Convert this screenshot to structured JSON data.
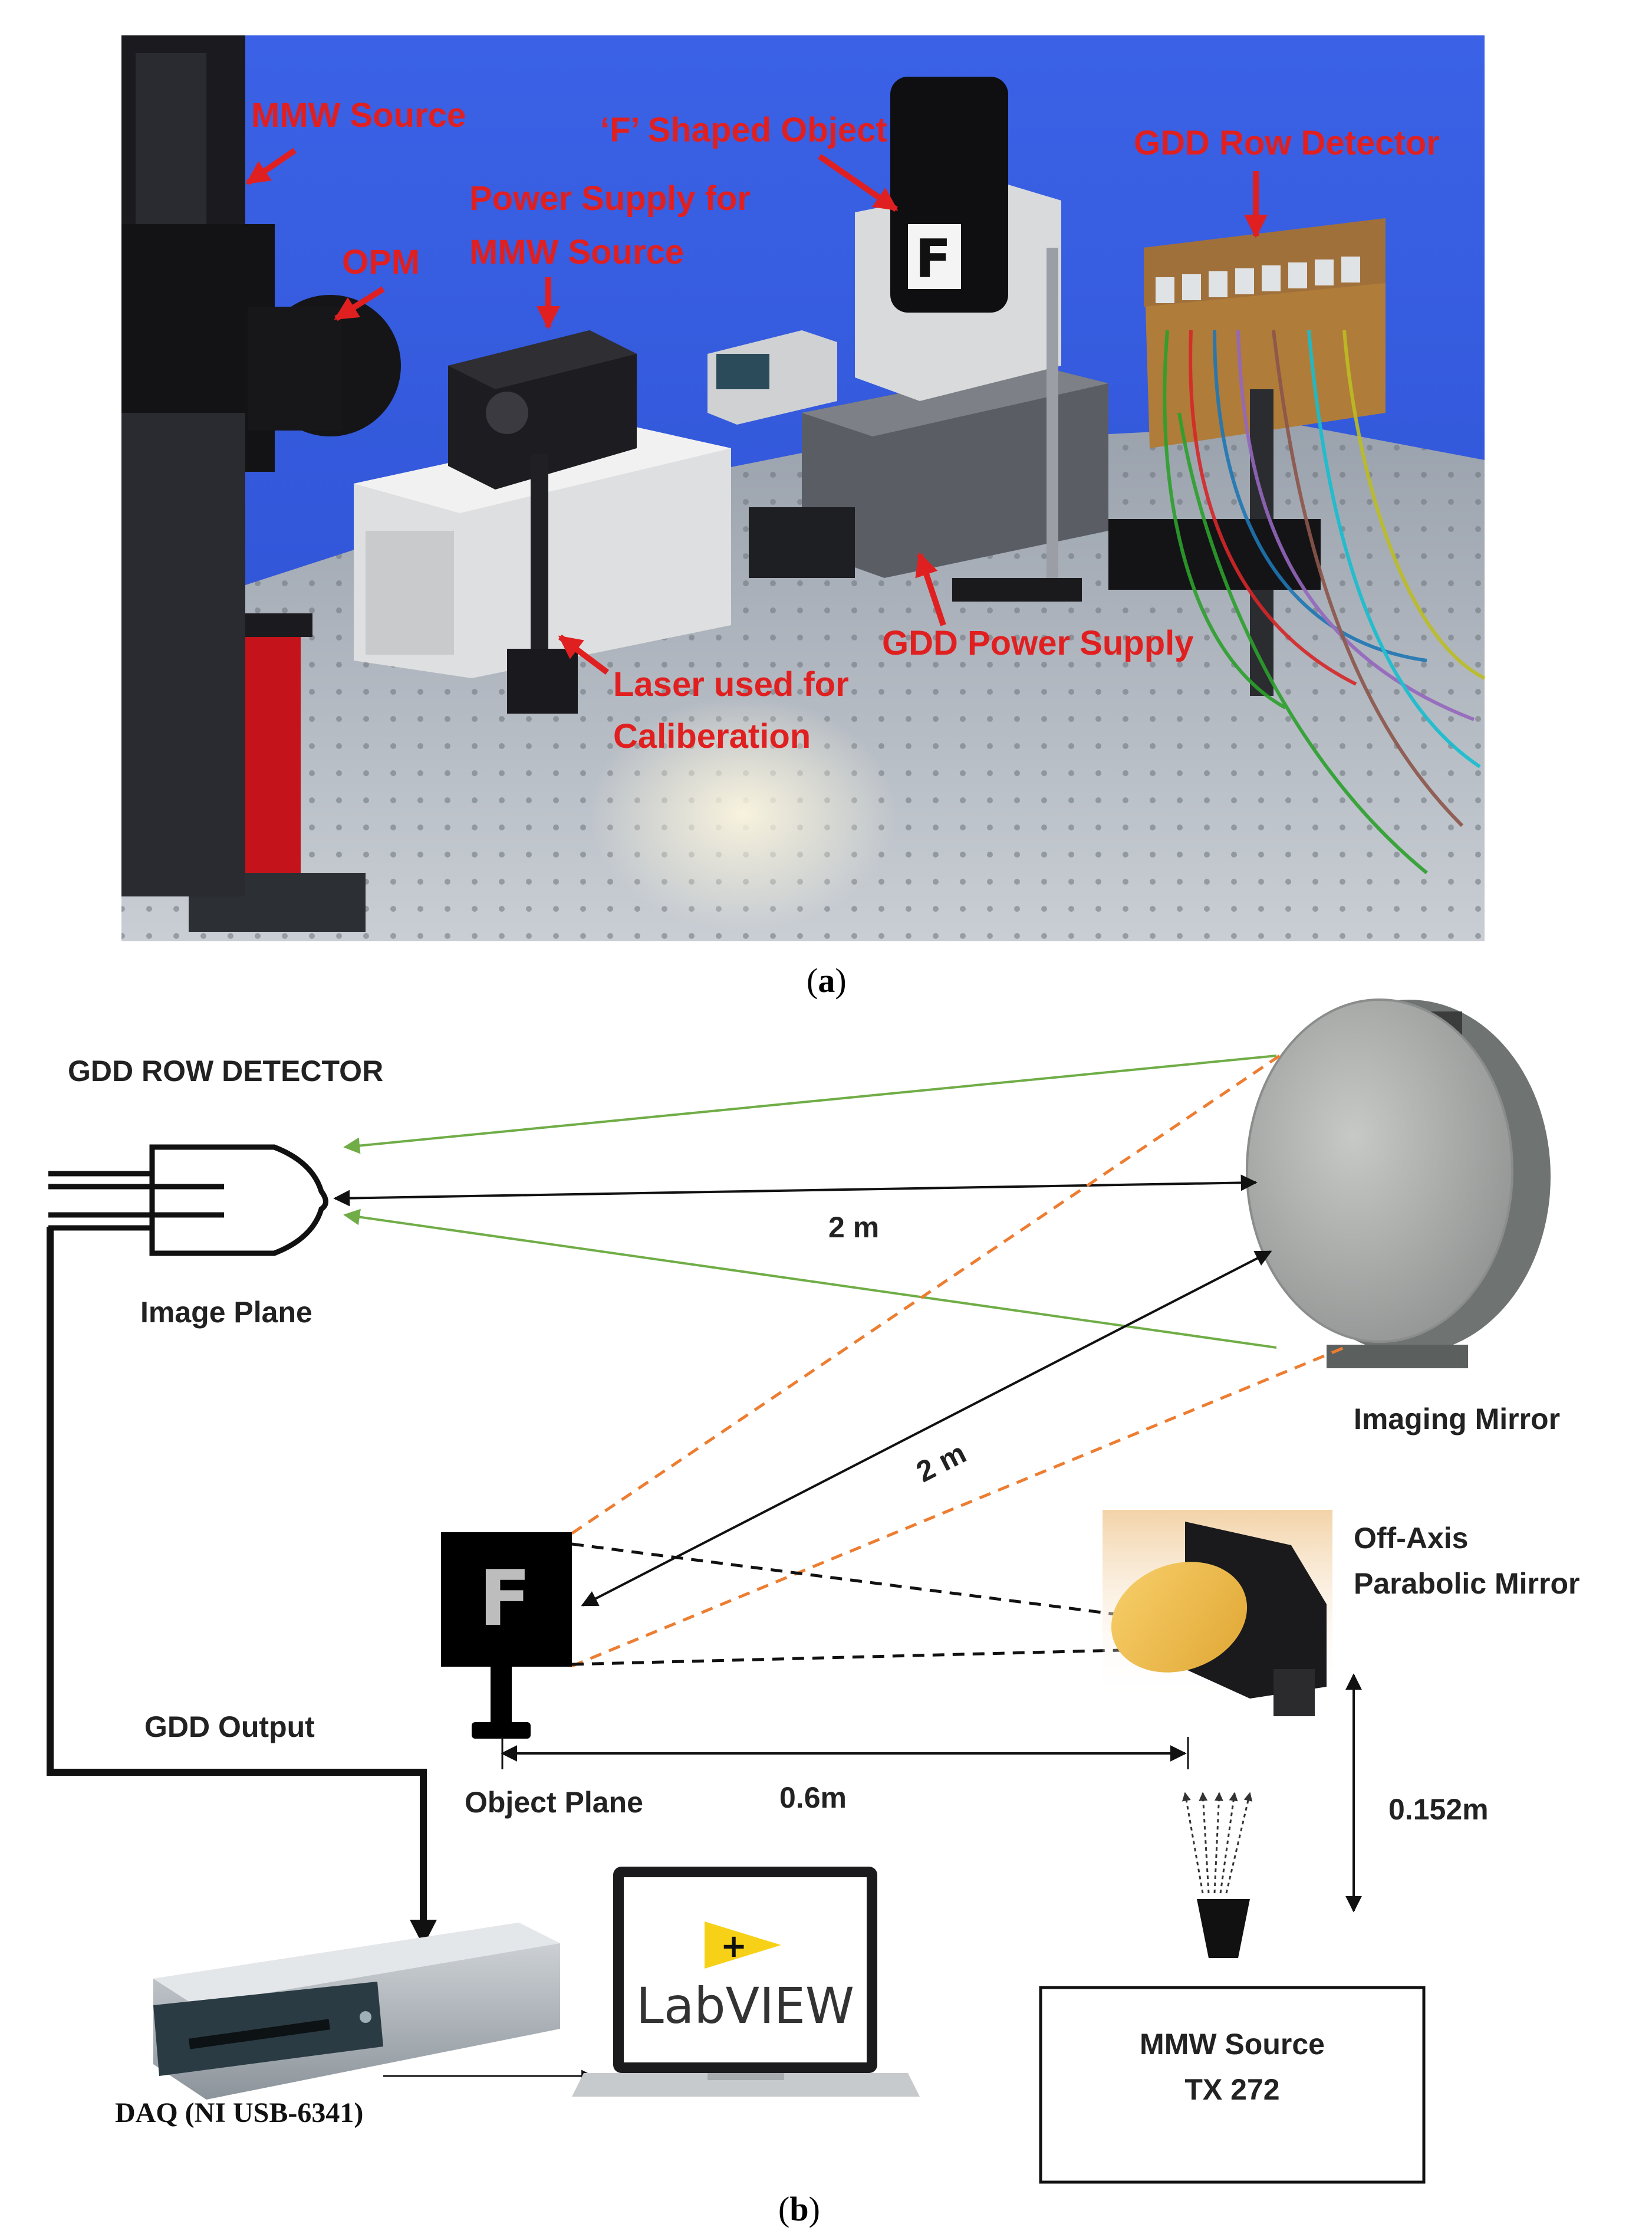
{
  "photo": {
    "labels": {
      "mmw_source": "MMW Source",
      "f_object": "‘F’ Shaped Object",
      "gdd_row_detector": "GDD Row Detector",
      "power_supply_line1": "Power Supply for",
      "power_supply_line2": "MMW Source",
      "opm": "OPM",
      "gdd_power_supply": "GDD Power Supply",
      "laser_line1": "Laser used for",
      "laser_line2": "Caliberation"
    },
    "caption_open": "(",
    "caption_letter": "a",
    "caption_close": ")"
  },
  "diagram": {
    "gdd_row_detector": "GDD ROW DETECTOR",
    "image_plane": "Image Plane",
    "distance_2m_horizontal": "2 m",
    "distance_2m_diagonal": "2 m",
    "imaging_mirror": "Imaging Mirror",
    "off_axis_line1": "Off-Axis",
    "off_axis_line2": "Parabolic Mirror",
    "f_letter": "F",
    "gdd_output": "GDD Output",
    "object_plane": "Object Plane",
    "distance_06m": "0.6m",
    "distance_0152m": "0.152m",
    "labview": "LabVIEW",
    "labview_plus": "+",
    "daq": "DAQ (NI USB-6341)",
    "mmw_box_line1": "MMW Source",
    "mmw_box_line2": "TX 272",
    "caption_open": "(",
    "caption_letter": "b",
    "caption_close": ")"
  },
  "colors": {
    "photo_label": "#e02020",
    "green_ray": "#70ad47",
    "orange_ray": "#ed7d31",
    "labview_yellow": "#f7d117"
  }
}
